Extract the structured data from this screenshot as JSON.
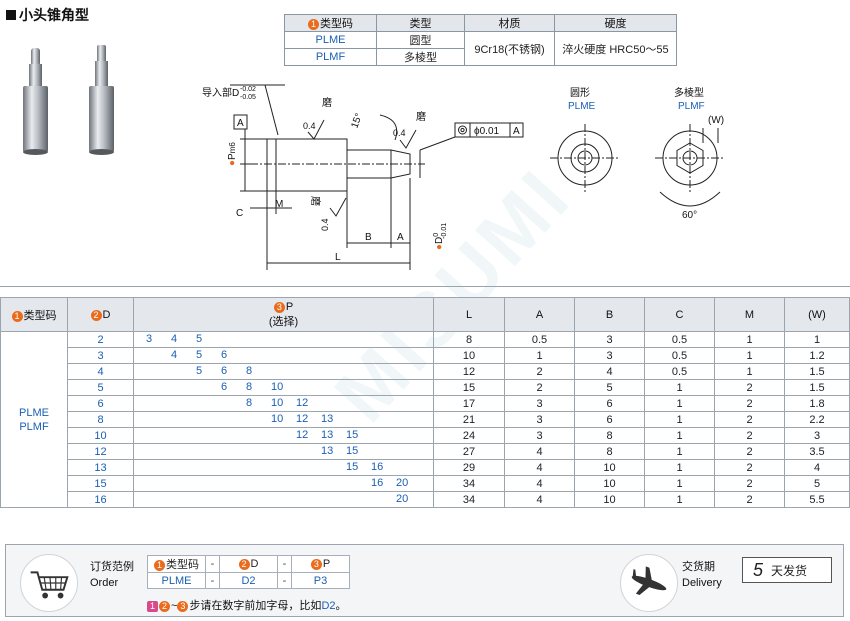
{
  "title": "小头锥角型",
  "spec_table": {
    "headers": [
      "类型码",
      "类型",
      "材质",
      "硬度"
    ],
    "rows": [
      {
        "code": "PLME",
        "type": "圆型"
      },
      {
        "code": "PLMF",
        "type": "多棱型"
      }
    ],
    "material": "9Cr18(不锈钢)",
    "hardness": "淬火硬度 HRC50～55"
  },
  "drawing": {
    "guide_label": "导入部D",
    "guide_tol_upper": "-0.02",
    "guide_tol_lower": "-0.05",
    "datum": "A",
    "grind": "磨",
    "roughness": "0.4",
    "angle": "15°",
    "concentricity": "ϕ0.01",
    "p_label": "P",
    "p_tol": "m6",
    "d_label": "D",
    "d_tol_upper": "0",
    "d_tol_lower": "-0.01",
    "dim_c": "C",
    "dim_m": "M",
    "dim_b": "B",
    "dim_a": "A",
    "dim_l": "L",
    "round_title": "圆形",
    "round_code": "PLME",
    "poly_title": "多棱型",
    "poly_code": "PLMF",
    "poly_w": "(W)",
    "poly_angle": "60°"
  },
  "main_table": {
    "headers": {
      "type": "类型码",
      "d": "D",
      "p": "P",
      "p_sub": "(选择)",
      "l": "L",
      "a": "A",
      "b": "B",
      "c": "C",
      "m": "M",
      "w": "(W)"
    },
    "type_codes": [
      "PLME",
      "PLMF"
    ],
    "rows": [
      {
        "d": "2",
        "p": [
          "3",
          "4",
          "5"
        ],
        "l": "8",
        "a": "0.5",
        "b": "3",
        "c": "0.5",
        "m": "1",
        "w": "1"
      },
      {
        "d": "3",
        "p": [
          "4",
          "5",
          "6"
        ],
        "l": "10",
        "a": "1",
        "b": "3",
        "c": "0.5",
        "m": "1",
        "w": "1.2"
      },
      {
        "d": "4",
        "p": [
          "5",
          "6",
          "8"
        ],
        "l": "12",
        "a": "2",
        "b": "4",
        "c": "0.5",
        "m": "1",
        "w": "1.5"
      },
      {
        "d": "5",
        "p": [
          "6",
          "8",
          "10"
        ],
        "l": "15",
        "a": "2",
        "b": "5",
        "c": "1",
        "m": "2",
        "w": "1.5"
      },
      {
        "d": "6",
        "p": [
          "8",
          "10",
          "12"
        ],
        "l": "17",
        "a": "3",
        "b": "6",
        "c": "1",
        "m": "2",
        "w": "1.8"
      },
      {
        "d": "8",
        "p": [
          "10",
          "12",
          "13"
        ],
        "l": "21",
        "a": "3",
        "b": "6",
        "c": "1",
        "m": "2",
        "w": "2.2"
      },
      {
        "d": "10",
        "p": [
          "12",
          "13",
          "15"
        ],
        "l": "24",
        "a": "3",
        "b": "8",
        "c": "1",
        "m": "2",
        "w": "3"
      },
      {
        "d": "12",
        "p": [
          "13",
          "15"
        ],
        "l": "27",
        "a": "4",
        "b": "8",
        "c": "1",
        "m": "2",
        "w": "3.5"
      },
      {
        "d": "13",
        "p": [
          "15",
          "16"
        ],
        "l": "29",
        "a": "4",
        "b": "10",
        "c": "1",
        "m": "2",
        "w": "4"
      },
      {
        "d": "15",
        "p": [
          "16",
          "20"
        ],
        "l": "34",
        "a": "4",
        "b": "10",
        "c": "1",
        "m": "2",
        "w": "5"
      },
      {
        "d": "16",
        "p": [
          "20"
        ],
        "l": "34",
        "a": "4",
        "b": "10",
        "c": "1",
        "m": "2",
        "w": "5.5"
      }
    ]
  },
  "order": {
    "label_cn": "订货范例",
    "label_en": "Order",
    "fields": [
      {
        "num": "1",
        "label": "类型码",
        "value": "PLME"
      },
      {
        "num": "2",
        "label": "D",
        "value": "D2"
      },
      {
        "num": "3",
        "label": "P",
        "value": "P3"
      }
    ],
    "sep": "-",
    "note_prefix": "~",
    "note_text": "步请在数字前加字母，比如",
    "note_example": "D2",
    "note_end": "。",
    "delivery_cn": "交货期",
    "delivery_en": "Delivery",
    "delivery_days": "5",
    "delivery_unit": "天发货"
  },
  "watermark": "MISUMI",
  "colors": {
    "accent": "#1a5fb4",
    "badge": "#ea6b1c",
    "header_bg": "#e4e8ed"
  }
}
